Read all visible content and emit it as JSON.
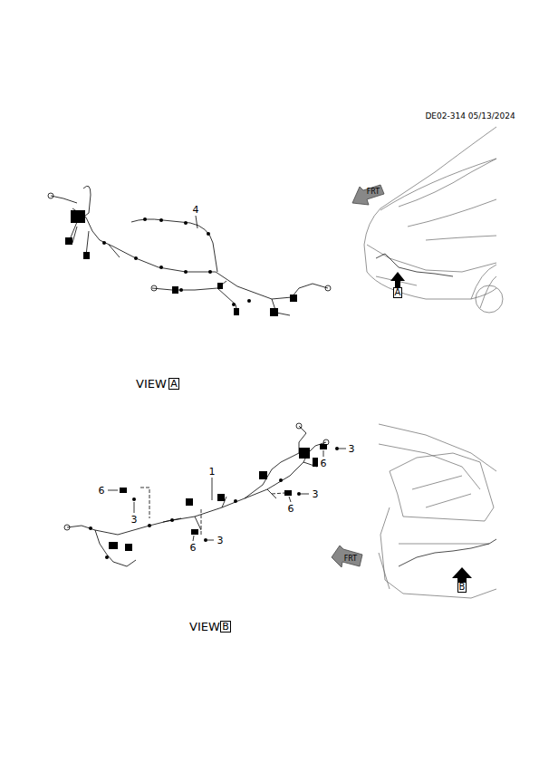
{
  "diagram": {
    "labels": [
      "DE02-314 05/13/2024",
      "FRT",
      "A",
      "4",
      "VIEW",
      "A",
      "FRT",
      "B",
      "1",
      "6",
      "3",
      "6",
      "3",
      "3",
      "6",
      "6",
      "3",
      "VIEW",
      "B"
    ]
  }
}
